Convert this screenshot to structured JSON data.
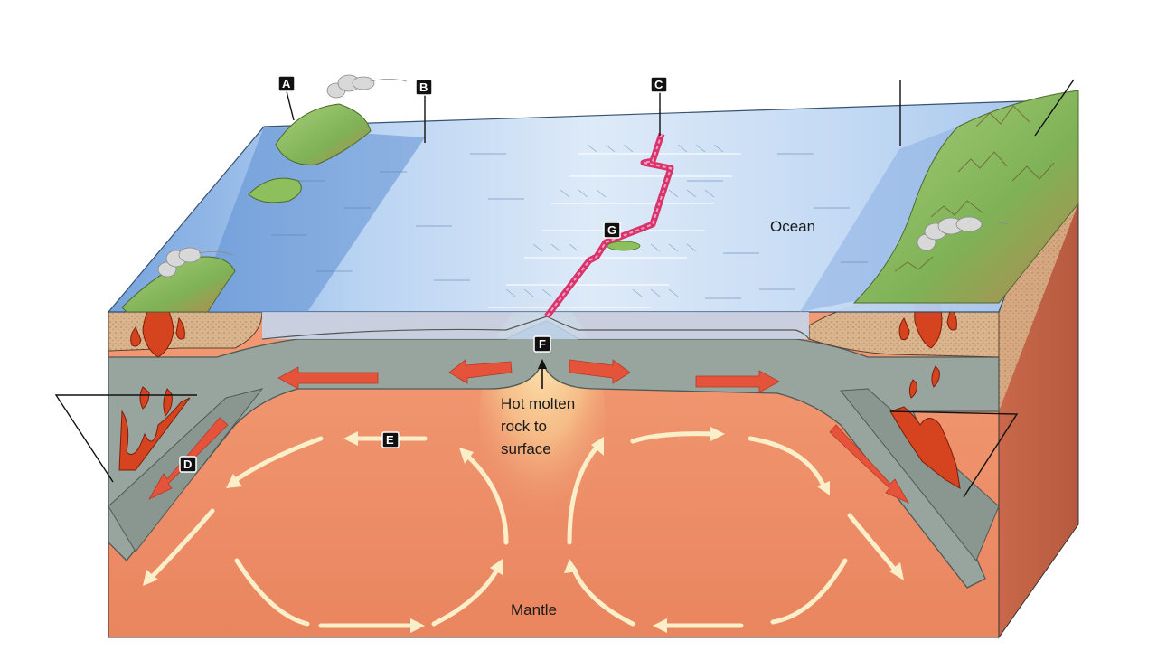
{
  "labels": {
    "A": "A",
    "B": "B",
    "C": "C",
    "D": "D",
    "E": "E",
    "F": "F",
    "G": "G"
  },
  "text": {
    "ocean": "Ocean",
    "hot_line1": "Hot molten",
    "hot_line2": "rock to",
    "hot_line3": "surface",
    "mantle": "Mantle"
  },
  "colors": {
    "mantle": "#ec8c68",
    "ocean": "#a9c9ef",
    "crust": "#9aa6a0",
    "magma": "#d6431f",
    "land": "#8dbf5c",
    "convection_arrow": "#fbefc9",
    "plate_arrow": "#e5533a",
    "ridge": "#d8336b"
  }
}
